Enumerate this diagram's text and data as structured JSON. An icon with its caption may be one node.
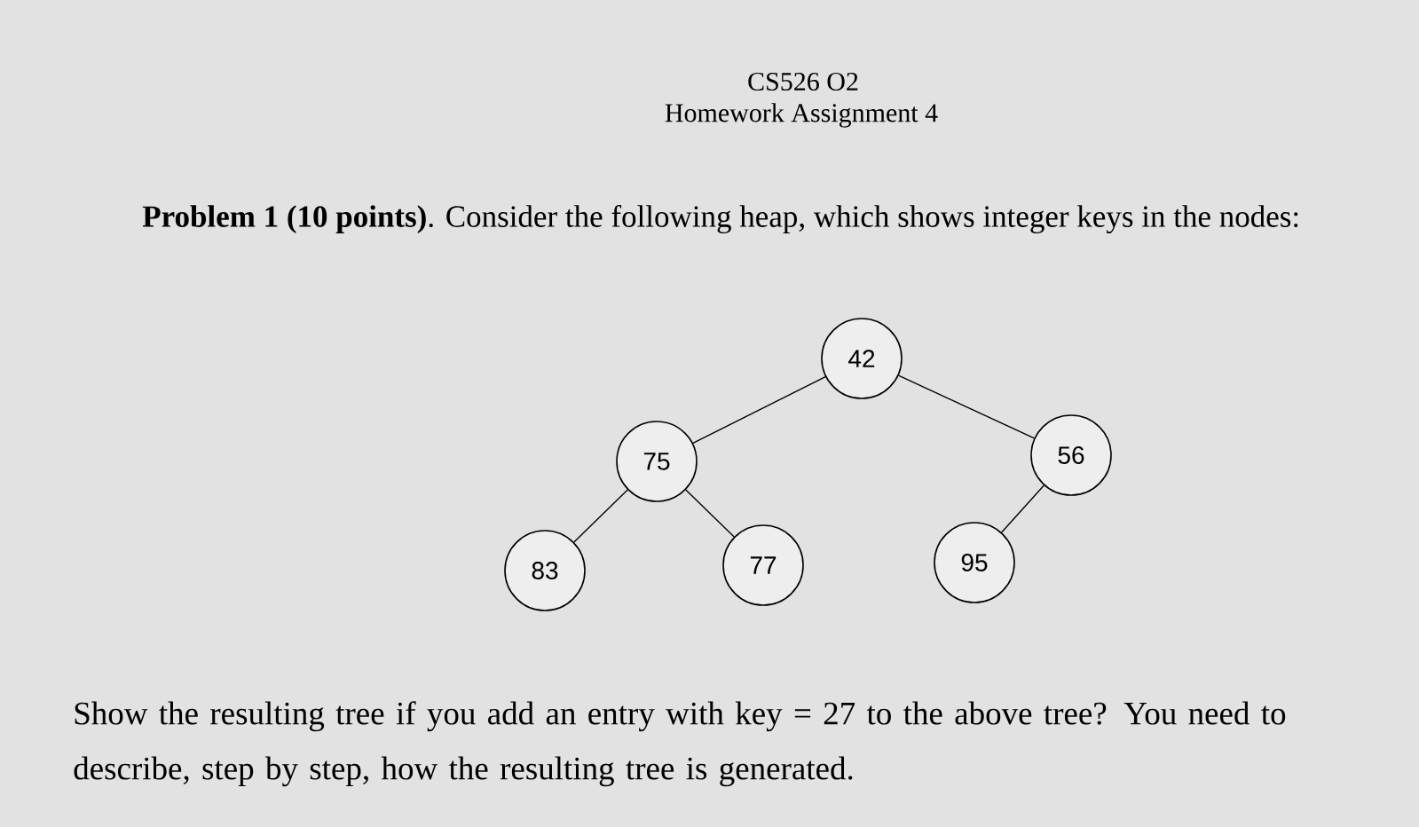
{
  "diagram": {
    "title": "CS526 O2",
    "nodes": [
      {
        "text": [
          "42"
        ]
      },
      {
        "text": [
          "75"
        ]
      },
      {
        "text": [
          "56"
        ]
      },
      {
        "text": [
          "83"
        ]
      },
      {
        "text": [
          "77"
        ]
      },
      {
        "text": [
          "95"
        ]
      }
    ],
    "edges": [
      {
        "from": 0,
        "to": 1,
        "arrow": "none"
      },
      {
        "from": 0,
        "to": 2,
        "arrow": "none"
      },
      {
        "from": 1,
        "to": 3,
        "arrow": "none"
      },
      {
        "from": 1,
        "to": 4,
        "arrow": "none"
      },
      {
        "from": 2,
        "to": 5,
        "arrow": "none"
      }
    ],
    "labels": [
      "Homework Assignment 4",
      "**Problem 1 (10 points)**. Consider the following heap, which shows integer keys in the nodes:",
      "Show the resulting tree if you add an entry with key = 27 to the above tree? You need to describe, step by step, how the resulting tree is generated."
    ]
  }
}
